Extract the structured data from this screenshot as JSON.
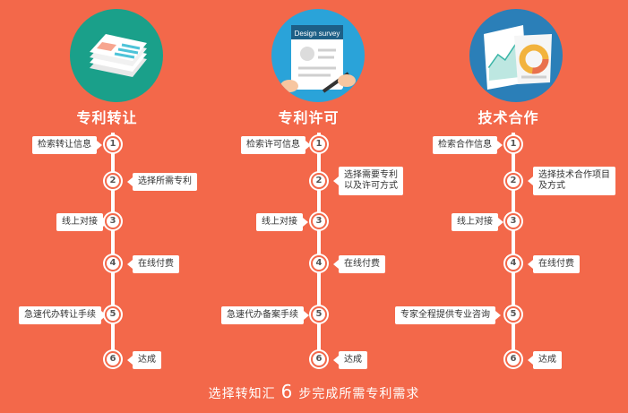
{
  "columns": [
    {
      "title": "专利转让",
      "icon": "document-stack-icon",
      "steps": [
        {
          "num": "1",
          "label": "检索转让信息"
        },
        {
          "num": "2",
          "label": "选择所需专利"
        },
        {
          "num": "3",
          "label": "线上对接"
        },
        {
          "num": "4",
          "label": "在线付费"
        },
        {
          "num": "5",
          "label": "急速代办转让手续"
        },
        {
          "num": "6",
          "label": "达成"
        }
      ]
    },
    {
      "title": "专利许可",
      "icon": "design-survey-icon",
      "icon_text": "Design survey",
      "steps": [
        {
          "num": "1",
          "label": "检索许可信息"
        },
        {
          "num": "2",
          "label": "选择需要专利",
          "label2": "以及许可方式"
        },
        {
          "num": "3",
          "label": "线上对接"
        },
        {
          "num": "4",
          "label": "在线付费"
        },
        {
          "num": "5",
          "label": "急速代办备案手续"
        },
        {
          "num": "6",
          "label": "达成"
        }
      ]
    },
    {
      "title": "技术合作",
      "icon": "charts-report-icon",
      "steps": [
        {
          "num": "1",
          "label": "检索合作信息"
        },
        {
          "num": "2",
          "label": "选择技术合作项目",
          "label2": "及方式"
        },
        {
          "num": "3",
          "label": "线上对接"
        },
        {
          "num": "4",
          "label": "在线付费"
        },
        {
          "num": "5",
          "label": "专家全程提供专业咨询"
        },
        {
          "num": "6",
          "label": "达成"
        }
      ]
    }
  ],
  "footer": {
    "prefix": "选择转知汇",
    "number": "6",
    "suffix": "步完成所需专利需求"
  },
  "colors": {
    "background": "#f3684a",
    "icon1_bg": "#1aa08a",
    "icon2_bg": "#2aa3d9",
    "icon3_bg": "#2b7fb8"
  }
}
